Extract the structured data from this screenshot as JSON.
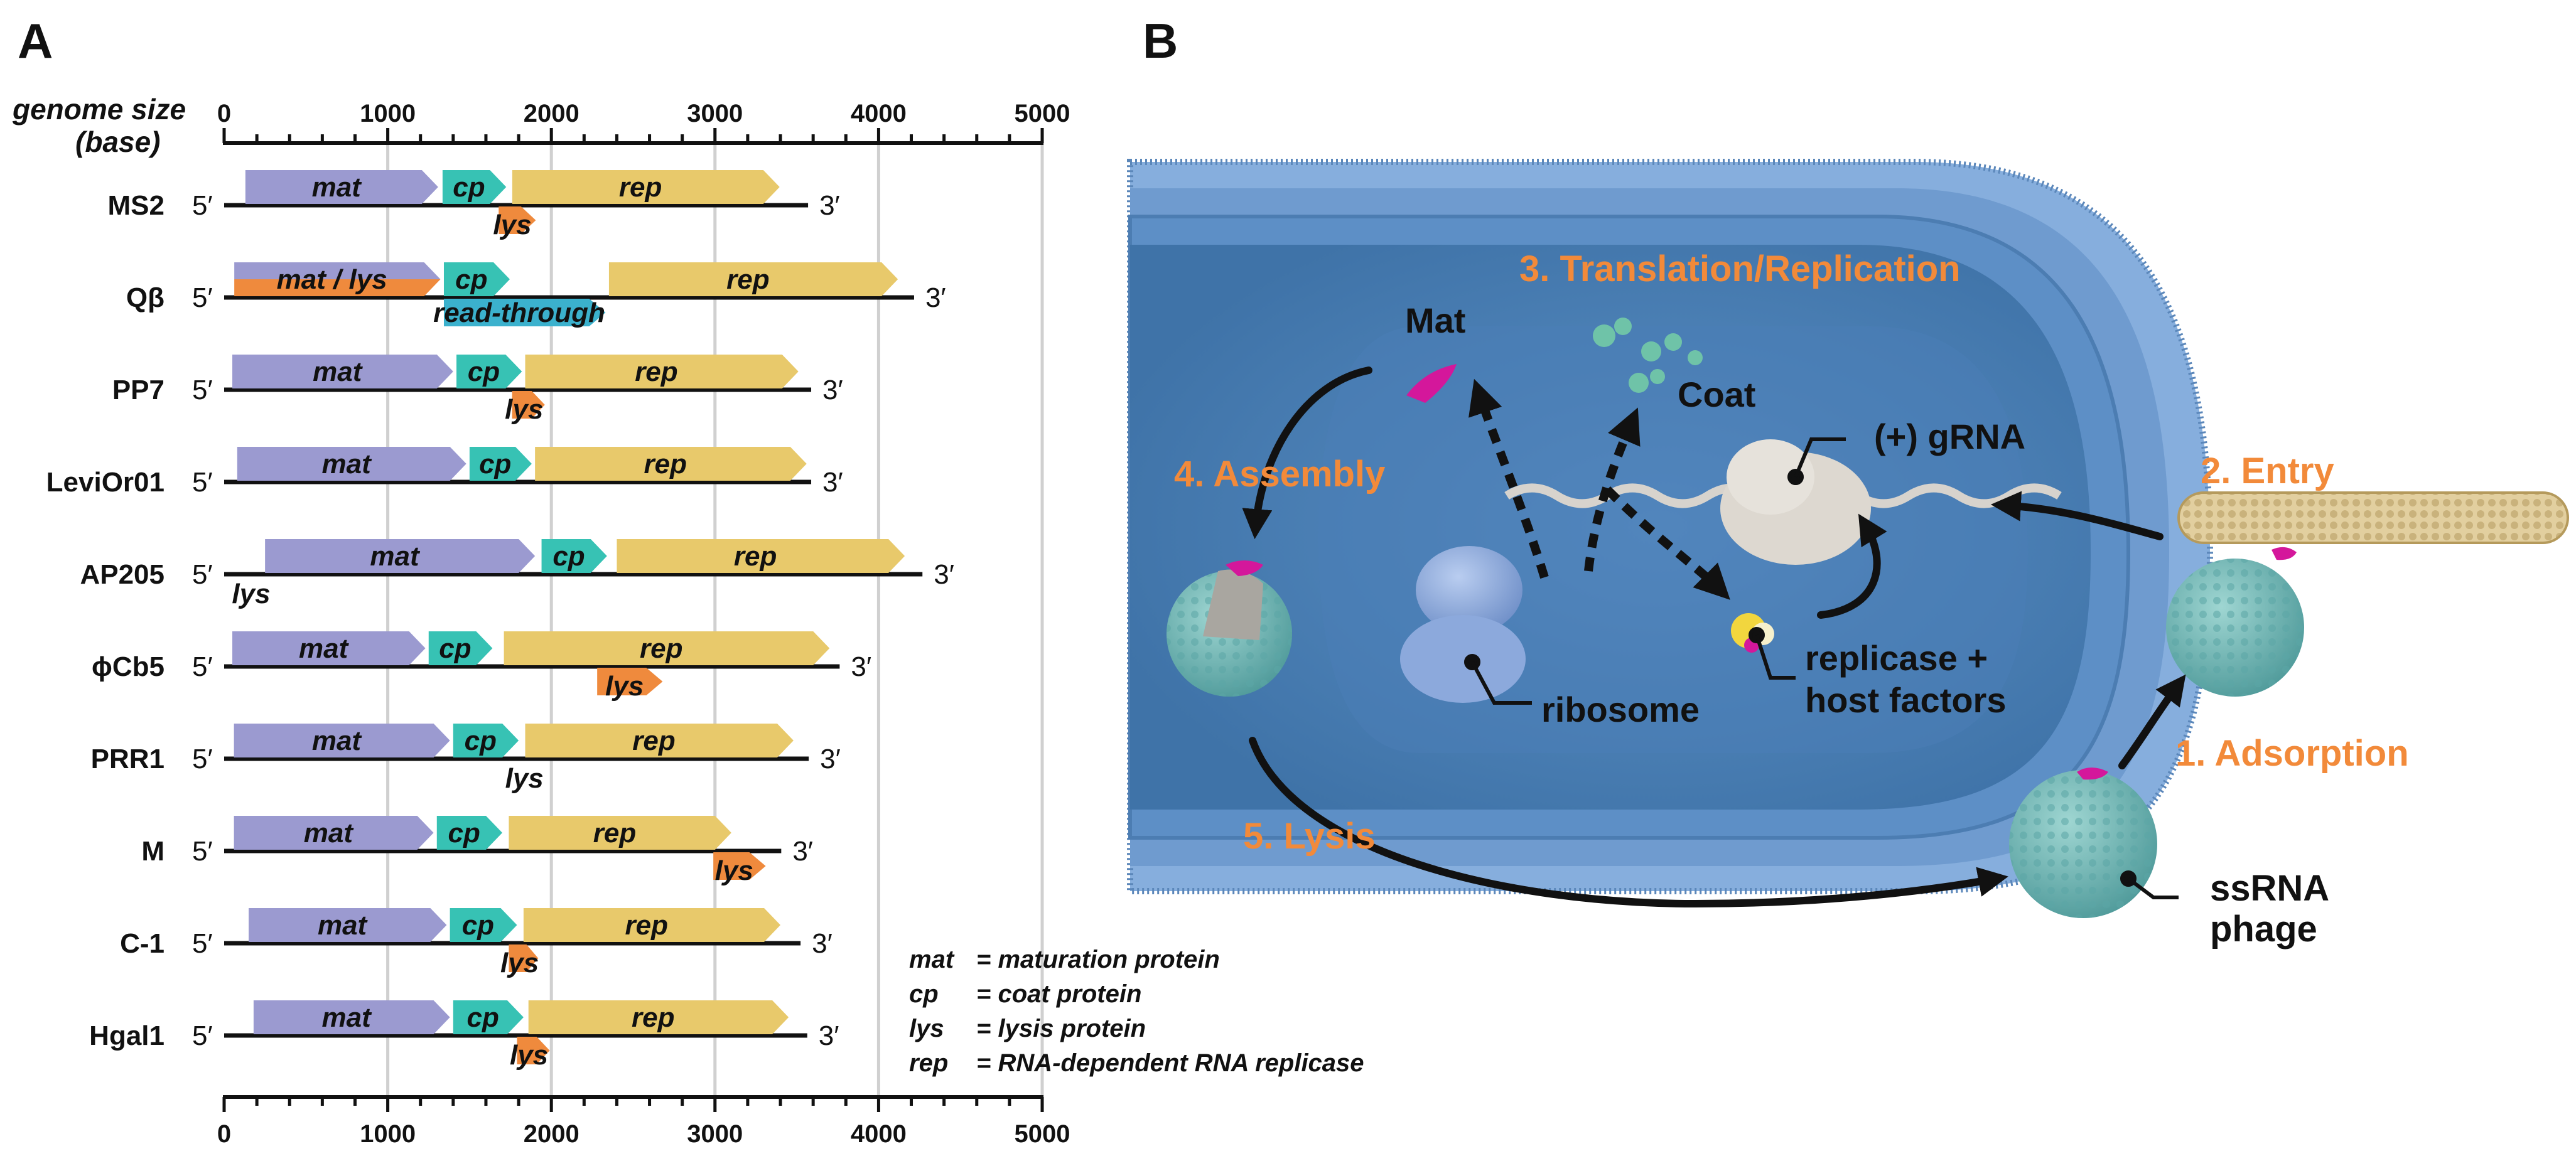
{
  "panel_labels": [
    "A",
    "B"
  ],
  "axis": {
    "title_line1": "genome size",
    "title_line2": "(base)",
    "ticks": [
      "0",
      "1000",
      "2000",
      "3000",
      "4000",
      "5000"
    ]
  },
  "phages": [
    {
      "name": "MS2",
      "end": 3569,
      "genes": [
        {
          "label": "mat",
          "type": "mat",
          "start": 130,
          "end": 1308,
          "lane": 0
        },
        {
          "label": "cp",
          "type": "cp",
          "start": 1335,
          "end": 1724,
          "lane": 0
        },
        {
          "label": "rep",
          "type": "rep",
          "start": 1761,
          "end": 3395,
          "lane": 0
        },
        {
          "label": "lys",
          "type": "lys",
          "start": 1678,
          "end": 1905,
          "lane": 1
        }
      ]
    },
    {
      "name": "Qβ",
      "end": 4217,
      "genes": [
        {
          "label": "mat / lys",
          "type": "matlys",
          "start": 62,
          "end": 1322,
          "lane": 0
        },
        {
          "label": "cp",
          "type": "cp",
          "start": 1343,
          "end": 1746,
          "lane": 0
        },
        {
          "label": "rep",
          "type": "rep",
          "start": 2352,
          "end": 4118,
          "lane": 0
        },
        {
          "label": "read-through",
          "type": "rt",
          "start": 1343,
          "end": 2331,
          "lane": 1
        }
      ]
    },
    {
      "name": "PP7",
      "end": 3588,
      "genes": [
        {
          "label": "mat",
          "type": "mat",
          "start": 50,
          "end": 1400,
          "lane": 0
        },
        {
          "label": "cp",
          "type": "cp",
          "start": 1420,
          "end": 1820,
          "lane": 0
        },
        {
          "label": "rep",
          "type": "rep",
          "start": 1840,
          "end": 3510,
          "lane": 0
        },
        {
          "label": "lys",
          "type": "lys",
          "start": 1760,
          "end": 1960,
          "lane": 1
        }
      ]
    },
    {
      "name": "LeviOr01",
      "end": 3588,
      "genes": [
        {
          "label": "mat",
          "type": "mat",
          "start": 80,
          "end": 1480,
          "lane": 0
        },
        {
          "label": "cp",
          "type": "cp",
          "start": 1500,
          "end": 1880,
          "lane": 0
        },
        {
          "label": "rep",
          "type": "rep",
          "start": 1900,
          "end": 3560,
          "lane": 0
        }
      ]
    },
    {
      "name": "AP205",
      "end": 4268,
      "genes": [
        {
          "label": "mat",
          "type": "mat",
          "start": 250,
          "end": 1900,
          "lane": 0
        },
        {
          "label": "cp",
          "type": "cp",
          "start": 1940,
          "end": 2340,
          "lane": 0
        },
        {
          "label": "rep",
          "type": "rep",
          "start": 2400,
          "end": 4160,
          "lane": 0
        },
        {
          "label": "lys",
          "type": "lys",
          "start": 80,
          "end": 250,
          "lane": 1,
          "text_only": true
        }
      ]
    },
    {
      "name": "ϕCb5",
      "end": 3762,
      "genes": [
        {
          "label": "mat",
          "type": "mat",
          "start": 50,
          "end": 1230,
          "lane": 0
        },
        {
          "label": "cp",
          "type": "cp",
          "start": 1250,
          "end": 1640,
          "lane": 0
        },
        {
          "label": "rep",
          "type": "rep",
          "start": 1710,
          "end": 3700,
          "lane": 0
        },
        {
          "label": "lys",
          "type": "lys",
          "start": 2280,
          "end": 2680,
          "lane": 1
        }
      ]
    },
    {
      "name": "PRR1",
      "end": 3573,
      "genes": [
        {
          "label": "mat",
          "type": "mat",
          "start": 60,
          "end": 1380,
          "lane": 0
        },
        {
          "label": "cp",
          "type": "cp",
          "start": 1400,
          "end": 1800,
          "lane": 0
        },
        {
          "label": "rep",
          "type": "rep",
          "start": 1840,
          "end": 3480,
          "lane": 0
        },
        {
          "label": "lys",
          "type": "lys",
          "start": 1720,
          "end": 1950,
          "lane": 1,
          "text_only": true
        }
      ]
    },
    {
      "name": "M",
      "end": 3405,
      "genes": [
        {
          "label": "mat",
          "type": "mat",
          "start": 60,
          "end": 1280,
          "lane": 0
        },
        {
          "label": "cp",
          "type": "cp",
          "start": 1300,
          "end": 1700,
          "lane": 0
        },
        {
          "label": "rep",
          "type": "rep",
          "start": 1740,
          "end": 3100,
          "lane": 0
        },
        {
          "label": "lys",
          "type": "lys",
          "start": 2990,
          "end": 3310,
          "lane": 1
        }
      ]
    },
    {
      "name": "C-1",
      "end": 3523,
      "genes": [
        {
          "label": "mat",
          "type": "mat",
          "start": 150,
          "end": 1360,
          "lane": 0
        },
        {
          "label": "cp",
          "type": "cp",
          "start": 1380,
          "end": 1790,
          "lane": 0
        },
        {
          "label": "rep",
          "type": "rep",
          "start": 1830,
          "end": 3400,
          "lane": 0
        },
        {
          "label": "lys",
          "type": "lys",
          "start": 1740,
          "end": 1920,
          "lane": 1
        }
      ]
    },
    {
      "name": "Hgal1",
      "end": 3564,
      "genes": [
        {
          "label": "mat",
          "type": "mat",
          "start": 180,
          "end": 1380,
          "lane": 0
        },
        {
          "label": "cp",
          "type": "cp",
          "start": 1400,
          "end": 1830,
          "lane": 0
        },
        {
          "label": "rep",
          "type": "rep",
          "start": 1860,
          "end": 3450,
          "lane": 0
        },
        {
          "label": "lys",
          "type": "lys",
          "start": 1790,
          "end": 1990,
          "lane": 1
        }
      ]
    }
  ],
  "end_labels": {
    "five": "5′",
    "three": "3′"
  },
  "gene_colors": {
    "mat": "#9b9ad0",
    "cp": "#37c2b4",
    "rep": "#e8c96b",
    "lys": "#ef8a3d",
    "rt": "#3bb1cd"
  },
  "legend": [
    {
      "abbr": "mat",
      "desc": "= maturation protein"
    },
    {
      "abbr": "cp",
      "desc": "= coat protein"
    },
    {
      "abbr": "lys",
      "desc": "= lysis protein"
    },
    {
      "abbr": "rep",
      "desc": "= RNA-dependent RNA replicase"
    }
  ],
  "panel_b": {
    "steps": {
      "adsorption": "1. Adsorption",
      "entry": "2. Entry",
      "translation": "3. Translation/Replication",
      "assembly": "4. Assembly",
      "lysis": "5. Lysis"
    },
    "labels": {
      "mat": "Mat",
      "coat": "Coat",
      "grna": "(+) gRNA",
      "ribosome": "ribosome",
      "replicase_line1": "replicase +",
      "replicase_line2": "host factors",
      "phage_line1": "ssRNA",
      "phage_line2": "phage"
    },
    "colors": {
      "step_orange": "#f28a3a",
      "cell_blue": "#6c9fcf",
      "phage_teal": "#6fb7b7",
      "mat_magenta": "#d4179b"
    }
  }
}
